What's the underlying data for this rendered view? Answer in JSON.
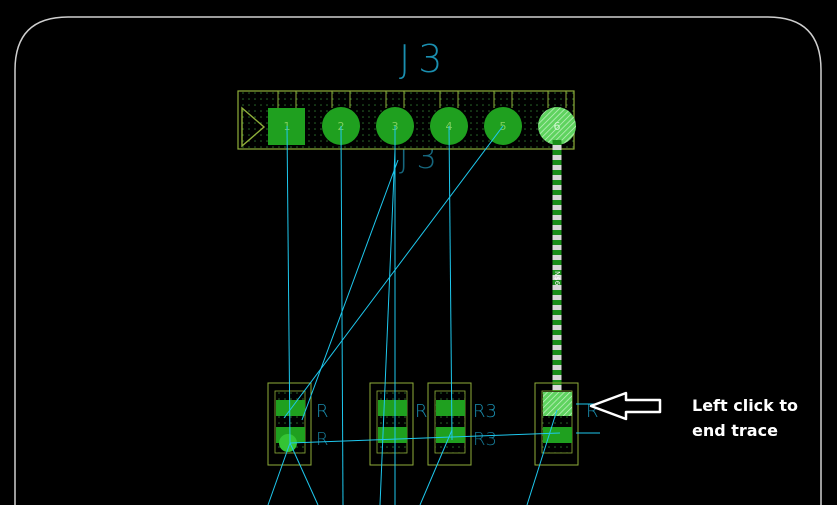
{
  "connector": {
    "refdes": "J3",
    "pins": [
      "1",
      "2",
      "3",
      "4",
      "5",
      "6"
    ],
    "active_pin": "6"
  },
  "components": [
    {
      "refdes": "R",
      "pins": [
        "1",
        "2"
      ]
    },
    {
      "refdes": "R",
      "pins": [
        "1",
        "2"
      ]
    },
    {
      "refdes": "R3",
      "pins": [
        "1",
        "2"
      ]
    },
    {
      "refdes": "R",
      "pins": [
        "1",
        "2"
      ]
    }
  ],
  "trace": {
    "from": "J3 pin 6",
    "to": "R pad 1",
    "state": "routing"
  },
  "annotation": {
    "line1": "Left click to",
    "line2": "end trace"
  },
  "colors": {
    "background": "#000000",
    "board_outline": "#cfcfcf",
    "pad_green": "#1fa01f",
    "silkscreen": "#1a8fb0",
    "ratsnest": "#1ec8ee",
    "trace_white": "#d8d8d8",
    "trace_green": "#1b8f1b",
    "arrow": "#ffffff"
  },
  "icons": {
    "pin1_marker": "triangle-outline-icon",
    "pointer": "left-arrow-icon"
  }
}
